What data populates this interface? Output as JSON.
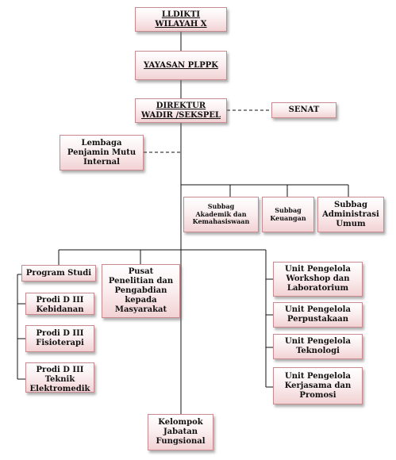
{
  "lldikti": [
    "LLDIKTI",
    "WILAYAH X"
  ],
  "yayasan": "YAYASAN PLPPK",
  "direktur": [
    "DIREKTUR",
    "WADIR /SEKSPEL"
  ],
  "senat": "SENAT",
  "lembaga": [
    "Lembaga",
    "Penjamin Mutu",
    "Internal"
  ],
  "subbag_akademik": [
    "Subbag",
    "Akademik dan",
    "Kemahasiswaan"
  ],
  "subbag_keuangan": [
    "Subbag",
    "Keuangan"
  ],
  "subbag_umum": [
    "Subbag",
    "Administrasi",
    "Umum"
  ],
  "program_studi": "Program Studi",
  "prodi_kebidanan": [
    "Prodi D III",
    "Kebidanan"
  ],
  "prodi_fisioterapi": [
    "Prodi D III",
    "Fisioterapi"
  ],
  "prodi_elektromedik": [
    "Prodi D III",
    "Teknik",
    "Elektromedik"
  ],
  "pusat": [
    "Pusat",
    "Penelitian dan",
    "Pengabdian",
    "kepada",
    "Masyarakat"
  ],
  "unit_workshop": [
    "Unit Pengelola",
    "Workshop dan",
    "Laboratorium"
  ],
  "unit_perpustakaan": [
    "Unit Pengelola",
    "Perpustakaan"
  ],
  "unit_teknologi": [
    "Unit Pengelola",
    "Teknologi"
  ],
  "unit_kerjasama": [
    "Unit Pengelola",
    "Kerjasama dan",
    "Promosi"
  ],
  "kelompok": [
    "Kelompok",
    "Jabatan",
    "Fungsional"
  ]
}
